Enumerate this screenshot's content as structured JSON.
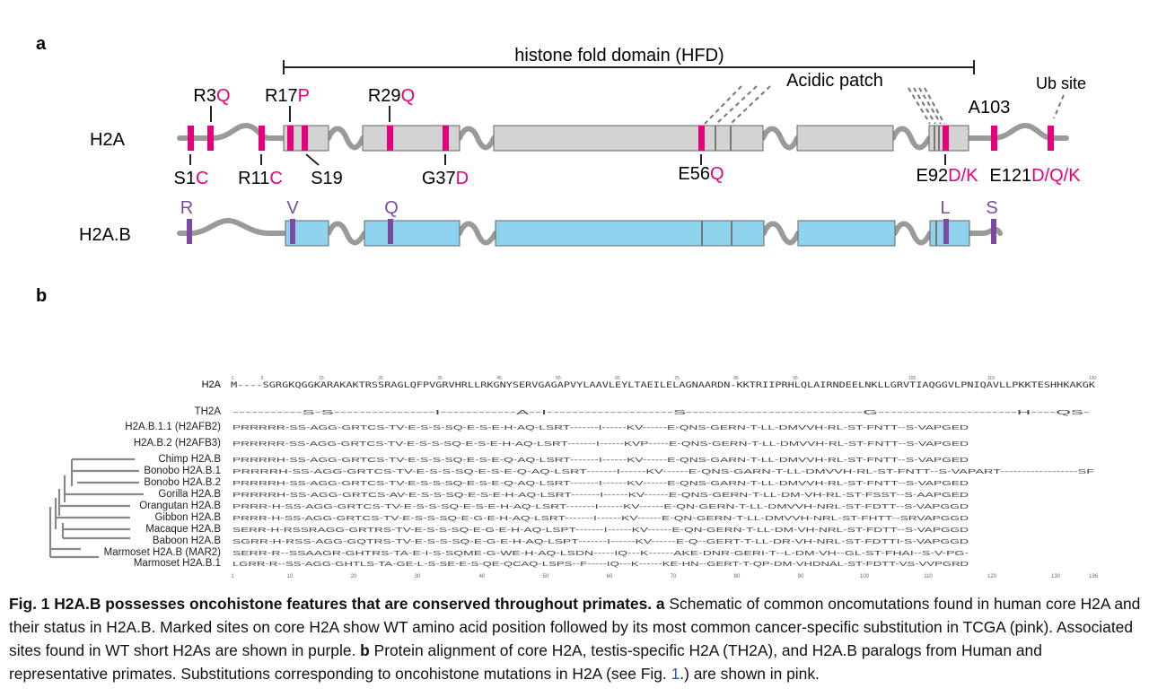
{
  "colors": {
    "pink": "#e6007e",
    "purple": "#7b4ba1",
    "hfd_grey": "#d3d3d3",
    "hb_blue": "#8fd3ef",
    "linker": "#9a9a9a"
  },
  "panel_a": {
    "label": "a",
    "hfd_label": "histone fold domain (HFD)",
    "acidic_patch_label": "Acidic patch",
    "ub_site_label": "Ub site",
    "a103_label": "A103",
    "row1_name": "H2A",
    "row2_name": "H2A.B",
    "top_sites": [
      {
        "wt": "R3",
        "mut": "Q"
      },
      {
        "wt": "R17",
        "mut": "P"
      },
      {
        "wt": "R29",
        "mut": "Q"
      }
    ],
    "bottom_sites": [
      {
        "wt": "S1",
        "mut": "C"
      },
      {
        "wt": "R11",
        "mut": "C"
      },
      {
        "wt": "S19",
        "mut": ""
      },
      {
        "wt": "G37",
        "mut": "D"
      },
      {
        "wt": "E56",
        "mut": "Q"
      },
      {
        "wt": "E92",
        "mut": "D/K"
      },
      {
        "wt": "E121",
        "mut": "D/Q/K"
      }
    ],
    "h2ab_letters": [
      "R",
      "V",
      "Q",
      "L",
      "S"
    ]
  },
  "panel_b": {
    "label": "b",
    "ref_name": "H2A",
    "ref_seq": "M----SGRGKQGGKARAKAKTRSSRAGLQFPVGRVHRLLRKGNYSERVGAGAPVYLAAVLEYLTAEILELAGNAARDN-KKTRIIPRHLQLAIRNDEELNKLLGRVTIAQGGVLPNIQAVLLPKKTESHHKAKGK",
    "ruler_top": [
      "1",
      "5",
      "15",
      "25",
      "35",
      "45",
      "55",
      "65",
      "75",
      "85",
      "95",
      "105",
      "115",
      "130"
    ],
    "ruler_bottom": [
      "1",
      "10",
      "20",
      "30",
      "40",
      "50",
      "60",
      "70",
      "80",
      "90",
      "100",
      "110",
      "120",
      "130",
      "136"
    ],
    "rows": [
      {
        "name": "TH2A",
        "seq": "-----------S-S----------------I------------A--I--------------------S----------------------------G----------------------H----QS-"
      },
      {
        "name": "H2A.B.1.1 (H2AFB2)",
        "seq": "PRRRRR-SS-AGG-GRTCS-TV-E-S-S-SQ-E-S-E-H-AQ-LSRT-------I------KV------E-QNS-GERN-T-LL-DMVVH-RL-ST-FNTT--S-VAPGED"
      },
      {
        "name": "H2A.B.2 (H2AFB3)",
        "seq": "PRRRRR-SS-AGG-GRTCS-TV-E-S-S-SQ-E-S-E-H-AQ-LSRT-------I------KVP-----E-QNS-GERN-T-LL-DMVVH-RL-ST-FNTT--S-VAPGED"
      },
      {
        "name": "Chimp H2A.B",
        "seq": "PRRRRH-SS-AGG-GRTCS-TV-E-S-S-SQ-E-S-E-Q-AQ-LSRT-------I------KV------E-QNS-GARN-T-LL-DMVVH-RL-ST-FNTT--S-VAPGED"
      },
      {
        "name": "Bonobo H2A.B.1",
        "seq": "PRRRRH-SS-AGG-GRTCS-TV-E-S-S-SQ-E-S-E-Q-AQ-LSRT-------I------KV------E-QNS-GARN-T-LL-DMVVH-RL-ST-FNTT--S-VAPART------------------SF"
      },
      {
        "name": "Bonobo H2A.B.2",
        "seq": "PRRRRH-SS-AGG-GRTCS-TV-E-S-S-SQ-E-S-E-Q-AQ-LSRT-------I------KV------E-QNS-GARN-T-LL-DMVVH-RL-ST-FNTT--S-VAPGED"
      },
      {
        "name": "Gorilla H2A.B",
        "seq": "PRRRRH-SS-AGG-GRTCS-AV-E-S-S-SQ-E-S-E-H-AQ-LSRT-------I------KV------E-QNS-GERN-T-LL-DM-VH-RL-ST-FSST--S-AAPGED"
      },
      {
        "name": "Orangutan H2A.B",
        "seq": "PRRR-H-SS-AGG-GRTCS-TV-E-S-S-SQ-E-S-E-H-AQ-LSRT-------I------KV------E-QN-GERN-T-LL-DMVVH-NRL-ST-FDTT--S-VAPGGD"
      },
      {
        "name": "Gibbon H2A.B",
        "seq": "PRRR-H-SS-AGG-GRTCS-TV-E-S-S-SQ-E-G-E-H-AQ-LSRT-------I------KV------E-QN-GERN-T-LL-DMVVH-NRL-ST-FHTT--SRVAPGGD"
      },
      {
        "name": "Macaque H2A.B",
        "seq": "SERR-H-RSSRAGG-GRTRS-TV-E-S-S-SQ-E-G-E-H-AQ-LSPT-------I------KV------E-QN-GERN-T-LL-DM-VH-NRL-ST-FDTT--S-VAPGGD"
      },
      {
        "name": "Baboon H2A.B",
        "seq": "SGRR-H-RSS-AGG-GQTRS-TV-E-S-S-SQ-E-G-E-H-AQ-LSPT-------I------KV------E-Q--GERT-T-LL-DR-VH-NRL-ST-FDTTI-S-VAPGGD"
      },
      {
        "name": "Marmoset H2A.B (MAR2)",
        "seq": "SERR-R--SSAAGR-GHTRS-TA-E-I-S-SQME-G-WE-H-AQ-LSDN-----IQ---K------AKE-DNR-GERI-T--L-DM-VH--GL-ST-FHAI--S-V-PG-"
      },
      {
        "name": "Marmoset H2A.B.1",
        "seq": "LGRR-R--SS-AGG-GHTLS-TA-GE-L-S-SE-E-S-QE-QCAQ-LSPS--F-----IQ---K------KE-HN--GERT-T-QP-DM-VHDNAL-ST-FDTT-VS-VVPGRD"
      }
    ]
  },
  "caption": {
    "bold": "Fig. 1 H2A.B possesses oncohistone features that are conserved throughout primates. a",
    "text1": " Schematic of common oncomutations found in human core H2A and their status in H2A.B. Marked sites on core H2A show WT amino acid position followed by its most common cancer-specific substitution in TCGA (pink). Associated sites found in WT short H2As are shown in purple. ",
    "bold2": "b",
    "text2": " Protein alignment of core H2A, testis-specific H2A (TH2A), and H2A.B paralogs from Human and representative primates. Substitutions corresponding to oncohistone mutations in H2A (see Fig. ",
    "link": "1",
    "text3": ".) are shown in pink."
  }
}
